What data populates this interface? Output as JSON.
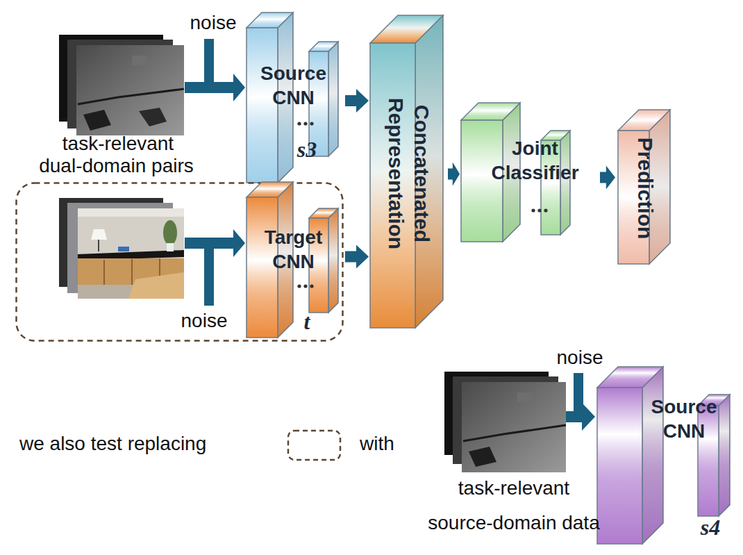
{
  "diagram": {
    "nodes": [
      {
        "text": [
          "Source CNN",
          "s3"
        ]
      },
      {
        "text": [
          "noise"
        ]
      },
      {
        "text": [
          "Target CNN",
          "t"
        ],
        "in": 1
      },
      {
        "text": [
          "Concatenated Representation"
        ]
      },
      {
        "text": [
          "Joint Classifier"
        ]
      },
      {
        "text": [
          "Prediction"
        ]
      },
      {
        "text": [
          "Source CNN",
          "s4"
        ]
      }
    ],
    "edges": [
      {
        "from": 0,
        "to": 3,
        "arrow": "to"
      },
      {
        "from": 2,
        "to": 3,
        "arrow": "to"
      },
      {
        "from": 3,
        "to": 4,
        "arrow": "to"
      },
      {
        "from": 4,
        "to": 5,
        "arrow": "to"
      }
    ],
    "labels": [
      "noise",
      "task-relevant",
      "dual-domain pairs",
      "we also test replacing",
      "with",
      "noise",
      "task-relevant",
      "source-domain data"
    ]
  }
}
